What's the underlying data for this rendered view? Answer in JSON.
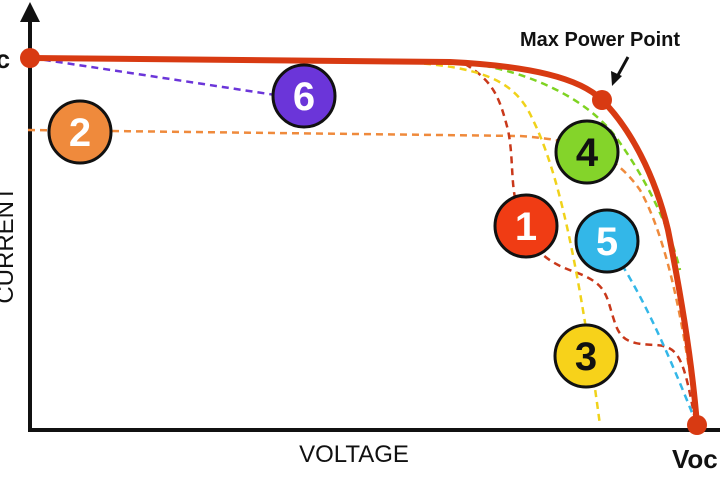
{
  "axes": {
    "x_label": "VOLTAGE",
    "y_label": "CURRENT",
    "x_end_label": "Voc",
    "y_end_label": "Isc"
  },
  "annotations": {
    "max_power_point": "Max Power Point"
  },
  "colors": {
    "main_curve": "#d83a12",
    "curve_1": "#c9381a",
    "curve_2": "#ef8a3c",
    "curve_3": "#f0d21a",
    "curve_4": "#7ed321",
    "curve_5": "#33b7e8",
    "curve_6": "#6b35d9"
  },
  "badges": [
    {
      "id": "1",
      "label": "1",
      "color": "#f03c14",
      "text_color": "#ffffff"
    },
    {
      "id": "2",
      "label": "2",
      "color": "#ef8a3c",
      "text_color": "#ffffff"
    },
    {
      "id": "3",
      "label": "3",
      "color": "#f7d21a",
      "text_color": "#111111"
    },
    {
      "id": "4",
      "label": "4",
      "color": "#84d42a",
      "text_color": "#111111"
    },
    {
      "id": "5",
      "label": "5",
      "color": "#33b7e8",
      "text_color": "#ffffff"
    },
    {
      "id": "6",
      "label": "6",
      "color": "#6b35d9",
      "text_color": "#ffffff"
    }
  ]
}
